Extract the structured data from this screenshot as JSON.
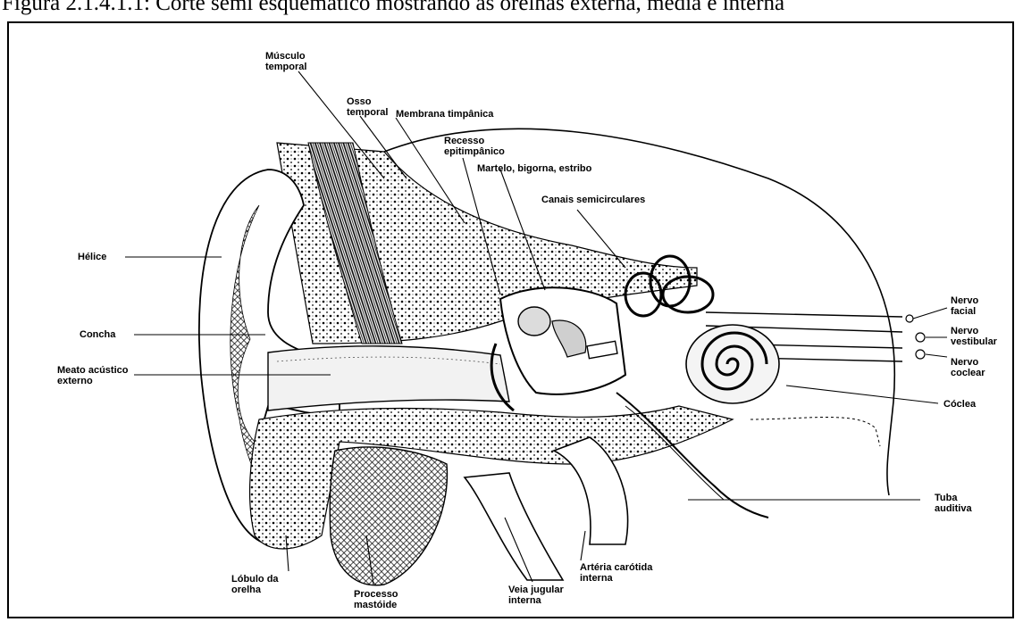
{
  "caption": "Figura 2.1.4.1.1: Corte semi esquemático mostrando as orelhas externa, média e interna",
  "labels": {
    "musculo_temporal": "Músculo\ntemporal",
    "osso_temporal": "Osso\ntemporal",
    "membrana_timpanica": "Membrana timpânica",
    "recesso_epitimpanico": "Recesso\nepitimpânico",
    "ossiculos": "Martelo, bigorna, estribo",
    "canais_semicirculares": "Canais semicirculares",
    "helice": "Hélice",
    "concha": "Concha",
    "meato_acustico_externo": "Meato acústico\nexterno",
    "nervo_facial": "Nervo\nfacial",
    "nervo_vestibular": "Nervo\nvestibular",
    "nervo_coclear": "Nervo\ncoclear",
    "coclea": "Cóclea",
    "tuba_auditiva": "Tuba\nauditiva",
    "lobulo_orelha": "Lóbulo da\norelha",
    "processo_mastoide": "Processo\nmastóide",
    "veia_jugular_interna": "Veia jugular\ninterna",
    "arteria_carotida_interna": "Artéria carótida\ninterna"
  },
  "colors": {
    "ink": "#000000",
    "paper": "#ffffff",
    "bone": "#e6e6e6",
    "dark": "#1a1a1a"
  }
}
